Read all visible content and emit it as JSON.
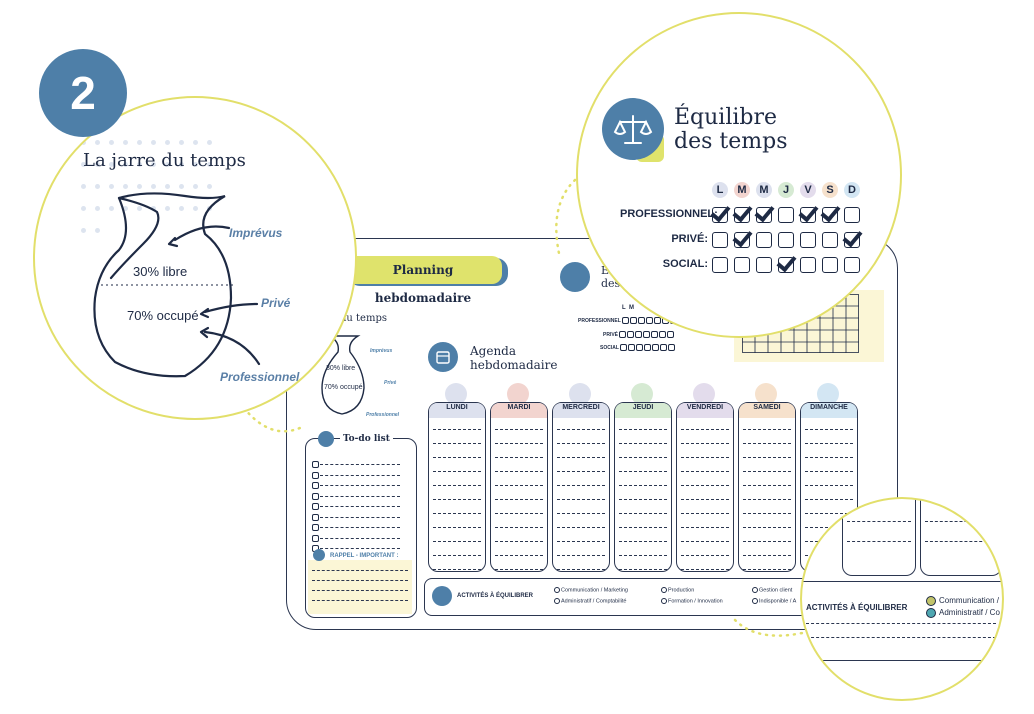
{
  "badge": {
    "number": "2"
  },
  "sheet": {
    "planning_title": "Planning hebdomadaire",
    "jar_title_fragment": "du temps",
    "jar_small": {
      "free": "30% libre",
      "busy": "70% occupé",
      "l1": "Imprévus",
      "l2": "Privé",
      "l3": "Professionnel"
    },
    "balance_fragment_1": "É",
    "balance_fragment_2": "des",
    "mini_rows": [
      "PROFESSIONNEL",
      "PRIVÉ",
      "SOCIAL"
    ],
    "mini_day_letters": [
      "L",
      "M"
    ],
    "agenda_title_1": "Agenda",
    "agenda_title_2": "hebdomadaire",
    "days": [
      "LUNDI",
      "MARDI",
      "MERCREDI",
      "JEUDI",
      "VENDREDI",
      "SAMEDI",
      "DIMANCHE"
    ],
    "todo_title": "To-do list",
    "reminder_title": "RAPPEL - IMPORTANT :",
    "activities_title": "ACTIVITÉS À ÉQUILIBRER",
    "activities": [
      "Communication / Marketing",
      "Administratif / Comptabilité",
      "Production",
      "Formation / Innovation",
      "Gestion client",
      "Indisponible / A"
    ]
  },
  "zoom_jar": {
    "title": "La jarre du temps",
    "free": "30% libre",
    "busy": "70% occupé",
    "labels": {
      "unexpected": "Imprévus",
      "private": "Privé",
      "professional": "Professionnel"
    }
  },
  "zoom_balance": {
    "title_line1": "Équilibre",
    "title_line2": "des temps",
    "day_letters": [
      "L",
      "M",
      "M",
      "J",
      "V",
      "S",
      "D"
    ],
    "rows": [
      {
        "label": "PROFESSIONNEL:",
        "checked": [
          true,
          true,
          true,
          false,
          true,
          true,
          false
        ]
      },
      {
        "label": "PRIVÉ:",
        "checked": [
          false,
          true,
          false,
          false,
          false,
          false,
          true
        ]
      },
      {
        "label": "SOCIAL:",
        "checked": [
          false,
          false,
          false,
          true,
          false,
          false,
          false
        ]
      }
    ]
  },
  "zoom_activities": {
    "title": "ACTIVITÉS À ÉQUILIBRER",
    "item1": "Communication /",
    "item2": "Administratif / Co"
  },
  "colors": {
    "accent_blue": "#4e7fa8",
    "accent_yellow": "#dfe36c",
    "day_colors": [
      "#dde1ee",
      "#f2d4cf",
      "#dde1ee",
      "#d6ead3",
      "#e3dcec",
      "#f6e1cc",
      "#d3e6f3"
    ],
    "letter_colors": [
      "#dde1ee",
      "#f2d4cf",
      "#dde1ee",
      "#d6ead3",
      "#e3dcec",
      "#f6e1cc",
      "#d3e6f3"
    ]
  }
}
